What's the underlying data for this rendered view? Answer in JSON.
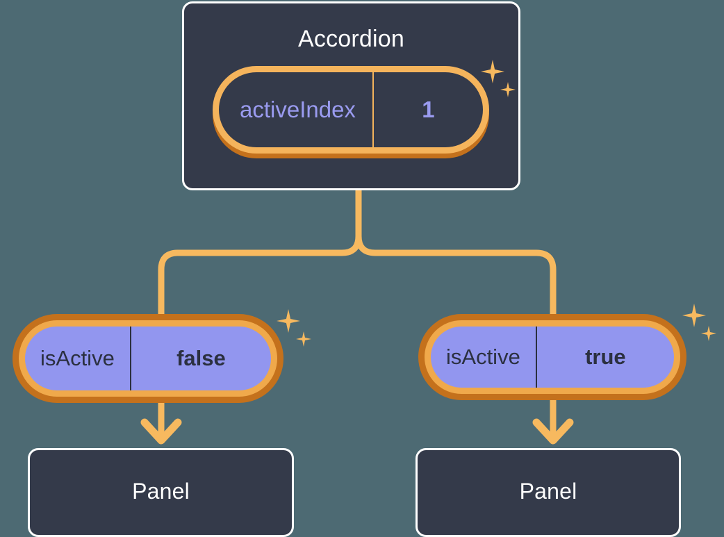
{
  "diagram": {
    "type": "component-state-tree",
    "background_color": "#4d6a73",
    "accent_color": "#f5b45c",
    "accent_shadow_color": "#c4711c",
    "card_background": "#343a4a",
    "pill_fill_color": "#9296ef",
    "value_text_color": "#9a9bf0"
  },
  "root": {
    "label": "Accordion",
    "state_pill": {
      "key": "activeIndex",
      "value": "1",
      "sparkle_icon": "sparkle-icon"
    }
  },
  "branches": [
    {
      "side": "left",
      "prop_pill": {
        "key": "isActive",
        "value": "false",
        "sparkle_icon": "sparkle-icon"
      },
      "child": {
        "label": "Panel"
      },
      "arrow_icon": "arrow-down-icon"
    },
    {
      "side": "right",
      "prop_pill": {
        "key": "isActive",
        "value": "true",
        "sparkle_icon": "sparkle-icon"
      },
      "child": {
        "label": "Panel"
      },
      "arrow_icon": "arrow-down-icon"
    }
  ]
}
